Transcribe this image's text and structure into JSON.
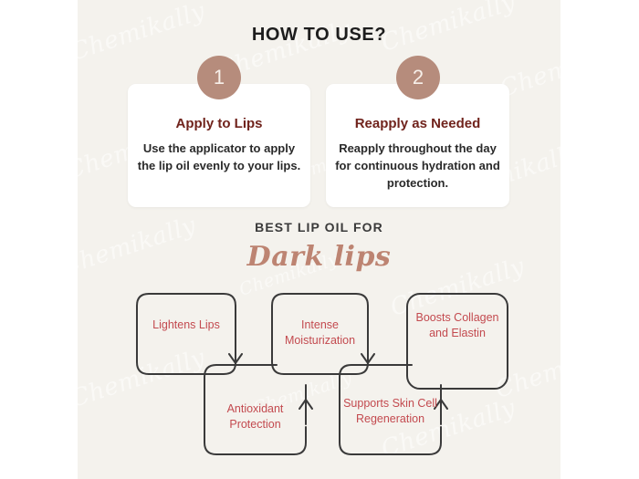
{
  "theme": {
    "page_background": "#ffffff",
    "panel_background": "#f4f2ed",
    "badge_color": "#b68c7c",
    "card_title_color": "#70231c",
    "script_accent": "#bd8472",
    "flow_text_color": "#c34a4f",
    "flow_stroke_color": "#3a3a3a"
  },
  "header": {
    "title": "HOW TO USE?"
  },
  "steps": [
    {
      "number": "1",
      "title": "Apply to Lips",
      "body": "Use the applicator to apply the lip oil evenly to your lips."
    },
    {
      "number": "2",
      "title": "Reapply as Needed",
      "body": "Reapply throughout the day for continuous hydration and protection."
    }
  ],
  "best_for": {
    "label": "BEST LIP OIL FOR",
    "script": "Dark lips"
  },
  "flow": {
    "boxes": [
      {
        "label": "Lightens Lips"
      },
      {
        "label": "Antioxidant Protection"
      },
      {
        "label": "Intense Moisturization"
      },
      {
        "label": "Supports Skin Cell Regeneration"
      },
      {
        "label": "Boosts Collagen and Elastin"
      }
    ]
  },
  "watermarks": {
    "text": "Chemikally"
  }
}
